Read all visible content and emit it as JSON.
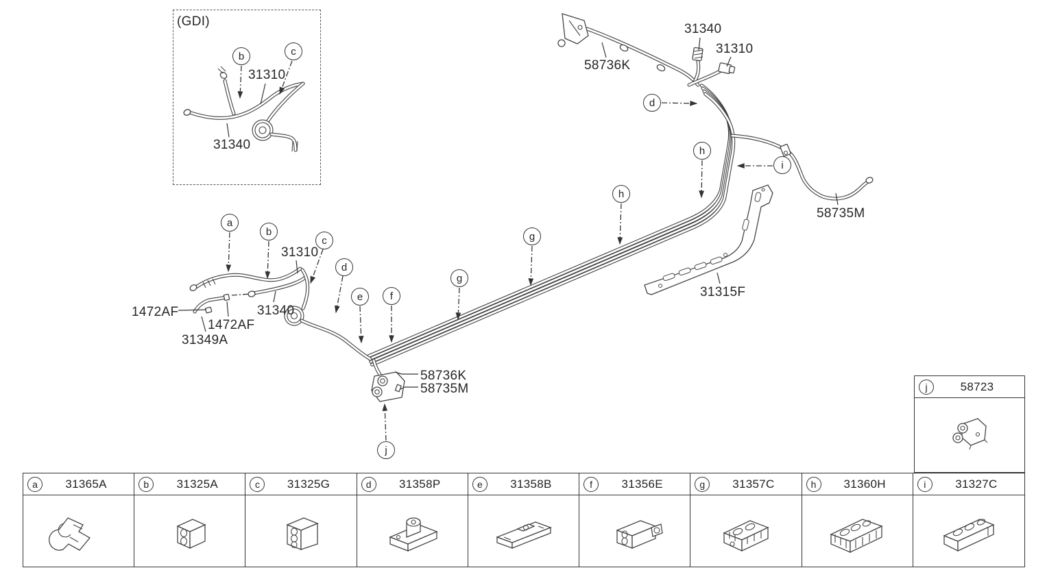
{
  "colors": {
    "ink": "#3a3a3a",
    "background": "#ffffff"
  },
  "diagram": {
    "labels": [
      {
        "text": "(GDI)"
      },
      {
        "text": "31310"
      },
      {
        "text": "31340"
      },
      {
        "text": "58736K"
      },
      {
        "text": "31340"
      },
      {
        "text": "31310"
      },
      {
        "text": "58735M"
      },
      {
        "text": "31315F"
      },
      {
        "text": "31310"
      },
      {
        "text": "31340"
      },
      {
        "text": "1472AF"
      },
      {
        "text": "1472AF"
      },
      {
        "text": "31349A"
      },
      {
        "text": "58736K"
      },
      {
        "text": "58735M"
      }
    ],
    "callouts": [
      {
        "letter": "a"
      },
      {
        "letter": "b"
      },
      {
        "letter": "c"
      },
      {
        "letter": "d"
      },
      {
        "letter": "e"
      },
      {
        "letter": "f"
      },
      {
        "letter": "g"
      },
      {
        "letter": "g"
      },
      {
        "letter": "h"
      },
      {
        "letter": "h"
      },
      {
        "letter": "d"
      },
      {
        "letter": "i"
      },
      {
        "letter": "j"
      },
      {
        "letter": "b"
      },
      {
        "letter": "c"
      }
    ]
  },
  "table": {
    "cells": [
      {
        "letter": "a",
        "part": "31365A",
        "icon": "clip-illustration"
      },
      {
        "letter": "b",
        "part": "31325A",
        "icon": "clamp-block-illustration"
      },
      {
        "letter": "c",
        "part": "31325G",
        "icon": "clamp-block-illustration"
      },
      {
        "letter": "d",
        "part": "31358P",
        "icon": "bracket-clamp-illustration"
      },
      {
        "letter": "e",
        "part": "31358B",
        "icon": "flat-clamp-illustration"
      },
      {
        "letter": "f",
        "part": "31356E",
        "icon": "box-clamp-illustration"
      },
      {
        "letter": "g",
        "part": "31357C",
        "icon": "ribbed-clamp-illustration"
      },
      {
        "letter": "h",
        "part": "31360H",
        "icon": "ribbed-clamp-illustration"
      },
      {
        "letter": "i",
        "part": "31327C",
        "icon": "bar-clamp-illustration"
      }
    ],
    "j_cell": {
      "letter": "j",
      "part": "58723",
      "icon": "valve-bracket-illustration"
    }
  }
}
